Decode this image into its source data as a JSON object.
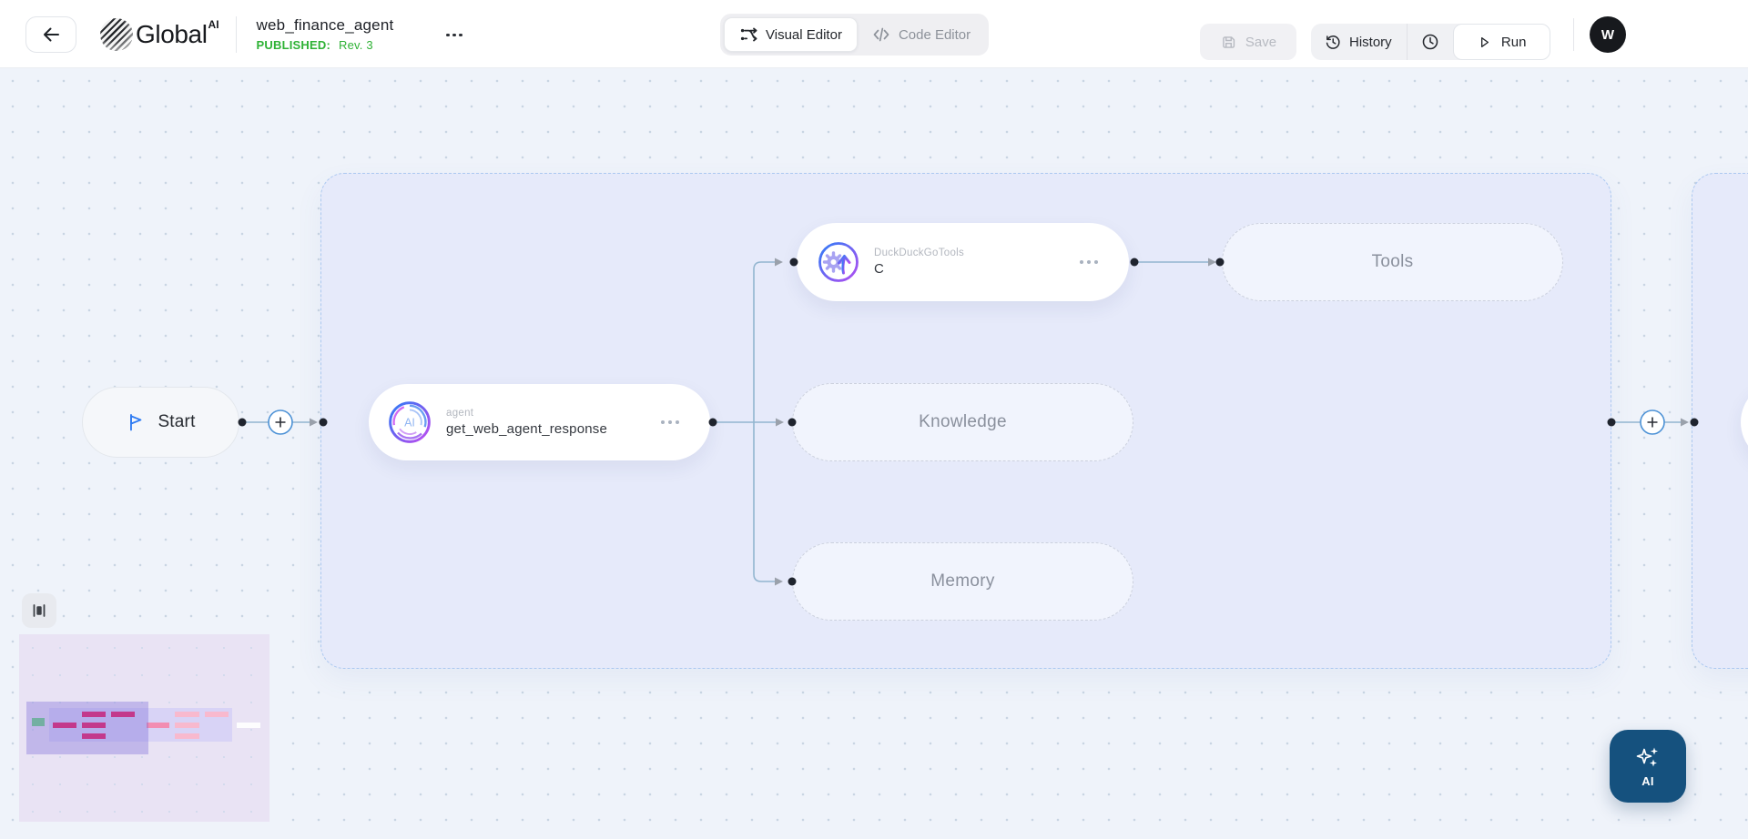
{
  "header": {
    "logo": {
      "brand": "Global",
      "superscript": "AI"
    },
    "title": "web_finance_agent",
    "status_label": "PUBLISHED:",
    "revision": "Rev. 3",
    "tabs": [
      {
        "label": "Visual Editor",
        "active": true
      },
      {
        "label": "Code Editor",
        "active": false
      }
    ],
    "actions": {
      "save_label": "Save",
      "history_label": "History",
      "run_label": "Run"
    },
    "avatar_initial": "W"
  },
  "canvas": {
    "nodes": {
      "start": {
        "label": "Start"
      },
      "agent": {
        "type_label": "agent",
        "name": "get_web_agent_response",
        "icon_text": "AI"
      },
      "duckduckgo": {
        "type_label": "DuckDuckGoTools",
        "name": "C"
      },
      "tools": {
        "label": "Tools"
      },
      "knowledge": {
        "label": "Knowledge"
      },
      "memory": {
        "label": "Memory"
      }
    }
  },
  "ai_assistant": {
    "label": "AI"
  },
  "colors": {
    "status_green": "#2eb235",
    "edge_line": "#92b5cf",
    "handle_dot": "#1f242e",
    "plus_circle_border": "#4d92d6",
    "container_fill": "#e6eafa",
    "container_border": "#abc8f0",
    "ai_button_bg": "#15517e",
    "minimap_bg": "#e9e3f4",
    "minimap_crimson": "#ec2366",
    "minimap_green": "#72d688",
    "icon_gradient_start": "#2f7cf6",
    "icon_gradient_end": "#b24df0"
  }
}
